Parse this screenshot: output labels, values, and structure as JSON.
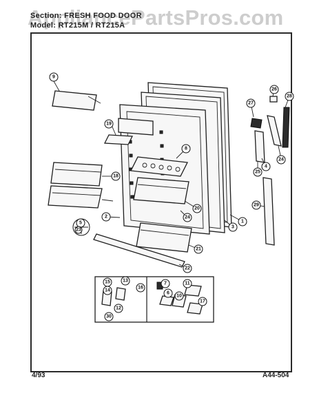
{
  "watermark": "AppliancePartsPros.com",
  "header": {
    "section_line": "Section: FRESH FOOD DOOR",
    "model_line": "Model: RT215M / RT215A"
  },
  "footer": {
    "date": "4/93",
    "code": "A44-504"
  },
  "callouts": [
    "1",
    "2",
    "3",
    "4",
    "5",
    "6",
    "7",
    "8",
    "9",
    "10",
    "11",
    "12",
    "13",
    "14",
    "15",
    "16",
    "17",
    "18",
    "19",
    "20",
    "21",
    "22",
    "23",
    "24",
    "25",
    "26",
    "27",
    "28",
    "29",
    "30"
  ]
}
